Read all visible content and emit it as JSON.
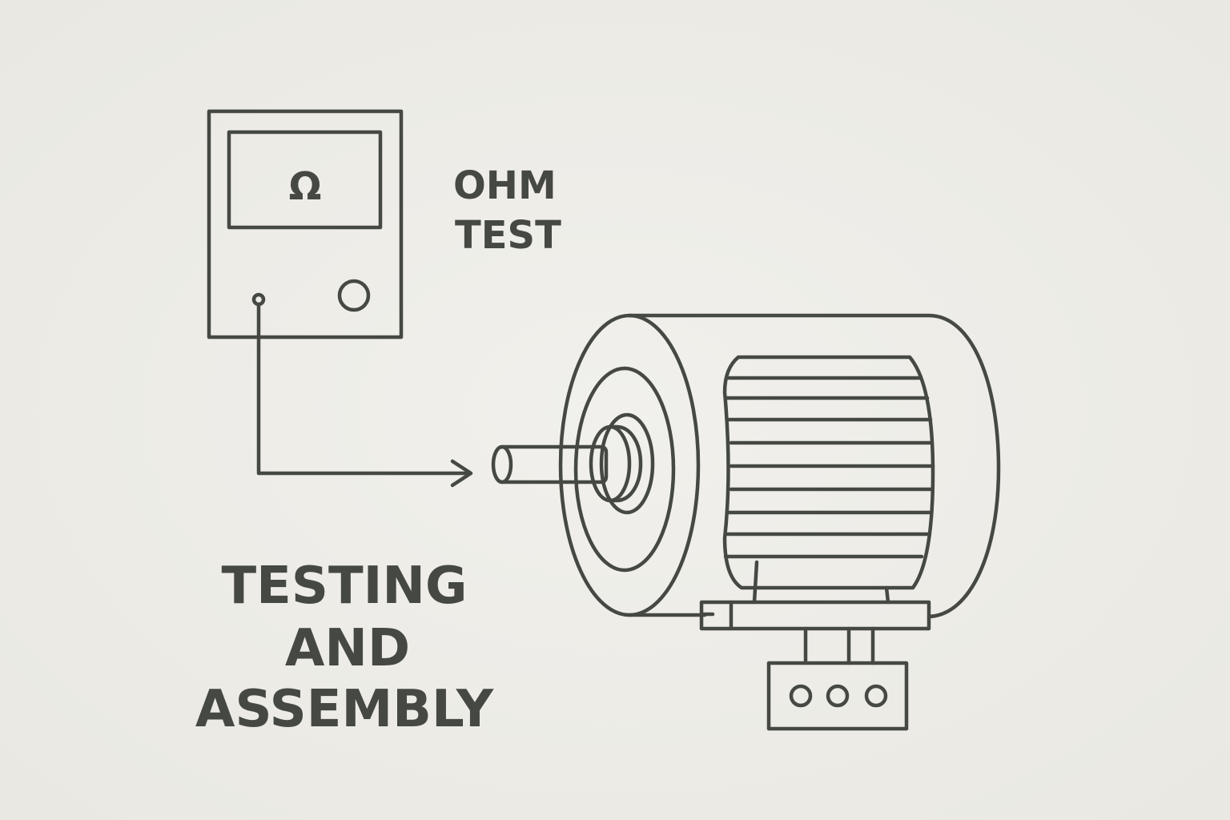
{
  "meter": {
    "symbol": "Ω",
    "label_line1": "OHM",
    "label_line2": "TEST"
  },
  "title": {
    "line1": "TESTING",
    "line2": "AND",
    "line3": "ASSEMBLY"
  },
  "colors": {
    "background": "#eeede8",
    "stroke": "#454843"
  }
}
